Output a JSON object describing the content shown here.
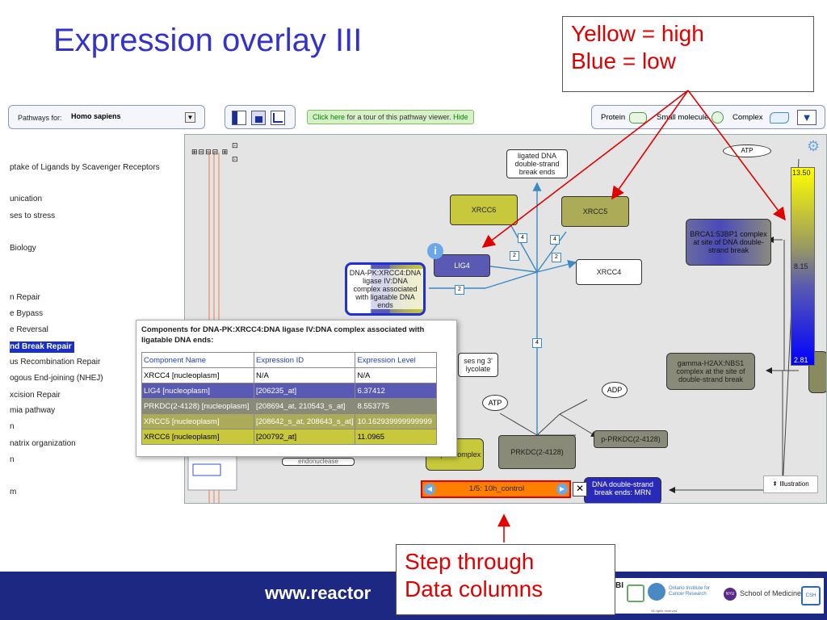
{
  "slide": {
    "title": "Expression overlay III",
    "callout_top": {
      "line1": "Yellow = high",
      "line2": "Blue = low"
    },
    "callout_bottom": {
      "line1": "Step through",
      "line2": "Data columns"
    },
    "footer_url": "www.reactor"
  },
  "toolbar": {
    "pathways_label": "Pathways for:",
    "species_value": "Homo sapiens",
    "tour_link": "Click here",
    "tour_text": "for a tour of this pathway viewer.",
    "tour_hide": "Hide",
    "legend": {
      "protein": "Protein",
      "small_molecule": "Small molecule",
      "complex": "Complex"
    }
  },
  "nav": {
    "items": [
      "ptake of Ligands by Scavenger Receptors",
      "unication",
      "ses to stress",
      "Biology",
      "n Repair",
      "e Bypass",
      "e Reversal",
      "nd Break Repair",
      "us Recombination Repair",
      "ogous End-joining (NHEJ)",
      "xcision Repair",
      "mia pathway",
      "n",
      "natrix organization",
      "n",
      "m"
    ],
    "selected_index": 7
  },
  "diagram": {
    "nodes": {
      "ligated_dna": "ligated DNA double-strand break ends",
      "xrcc6": "XRCC6",
      "xrcc5": "XRCC5",
      "lig4": "LIG4",
      "xrcc4": "XRCC4",
      "dnapk_complex": "DNA-PK:XRCC4:DNA ligase IV:DNA complex associated with ligatable DNA ends",
      "brca1": "BRCA1:53BP1 complex at site of DNA double-strand break",
      "gamma_h2ax": "gamma-H2AX:NBS1 complex at the site of double-strand break",
      "prkdc": "PRKDC(2-4128)",
      "p_prkdc": "p-PRKDC(2-4128)",
      "atp": "ATP",
      "adp": "ADP",
      "atp_top": "ATP",
      "dna_ends_mrn": "DNA double-strand break ends: MRN",
      "pk_synaptic": "PK ptic complex",
      "hidden_text": "ses ng 3' lycolate",
      "endonuclease": "endonuclease"
    },
    "stoichiometry": [
      "4",
      "4",
      "2",
      "2",
      "2",
      "2",
      "4"
    ],
    "scale": {
      "max": "13.50",
      "mid": "8.15",
      "min": "2.81"
    },
    "step_label": "1/5: 10h_control",
    "illustration_btn": "Illustration"
  },
  "popup": {
    "title": "Components for DNA-PK:XRCC4:DNA ligase IV:DNA complex associated with ligatable DNA ends:",
    "headers": [
      "Component Name",
      "Expression ID",
      "Expression Level"
    ],
    "rows": [
      {
        "name": "XRCC4 [nucleoplasm]",
        "id": "N/A",
        "level": "N/A",
        "color": "#ffffff"
      },
      {
        "name": "LIG4 [nucleoplasm]",
        "id": "[206235_at]",
        "level": "6.37412",
        "color": "#5a5ab4"
      },
      {
        "name": "PRKDC(2-4128) [nucleoplasm]",
        "id": "[208694_at, 210543_s_at]",
        "level": "8.553775",
        "color": "#8a8a78"
      },
      {
        "name": "XRCC5 [nucleoplasm]",
        "id": "[208642_s_at, 208643_s_at]",
        "level": "10.162939999999999",
        "color": "#acac58"
      },
      {
        "name": "XRCC6 [nucleoplasm]",
        "id": "[200792_at]",
        "level": "11.0965",
        "color": "#c8c83c"
      }
    ]
  },
  "logos": {
    "ontario": "Ontario Institute for Cancer Research",
    "nyu_badge": "NYU",
    "nyu": "School of Medicine",
    "csh": "CSH",
    "bi": "BI",
    "rights": "All rights reserved."
  }
}
